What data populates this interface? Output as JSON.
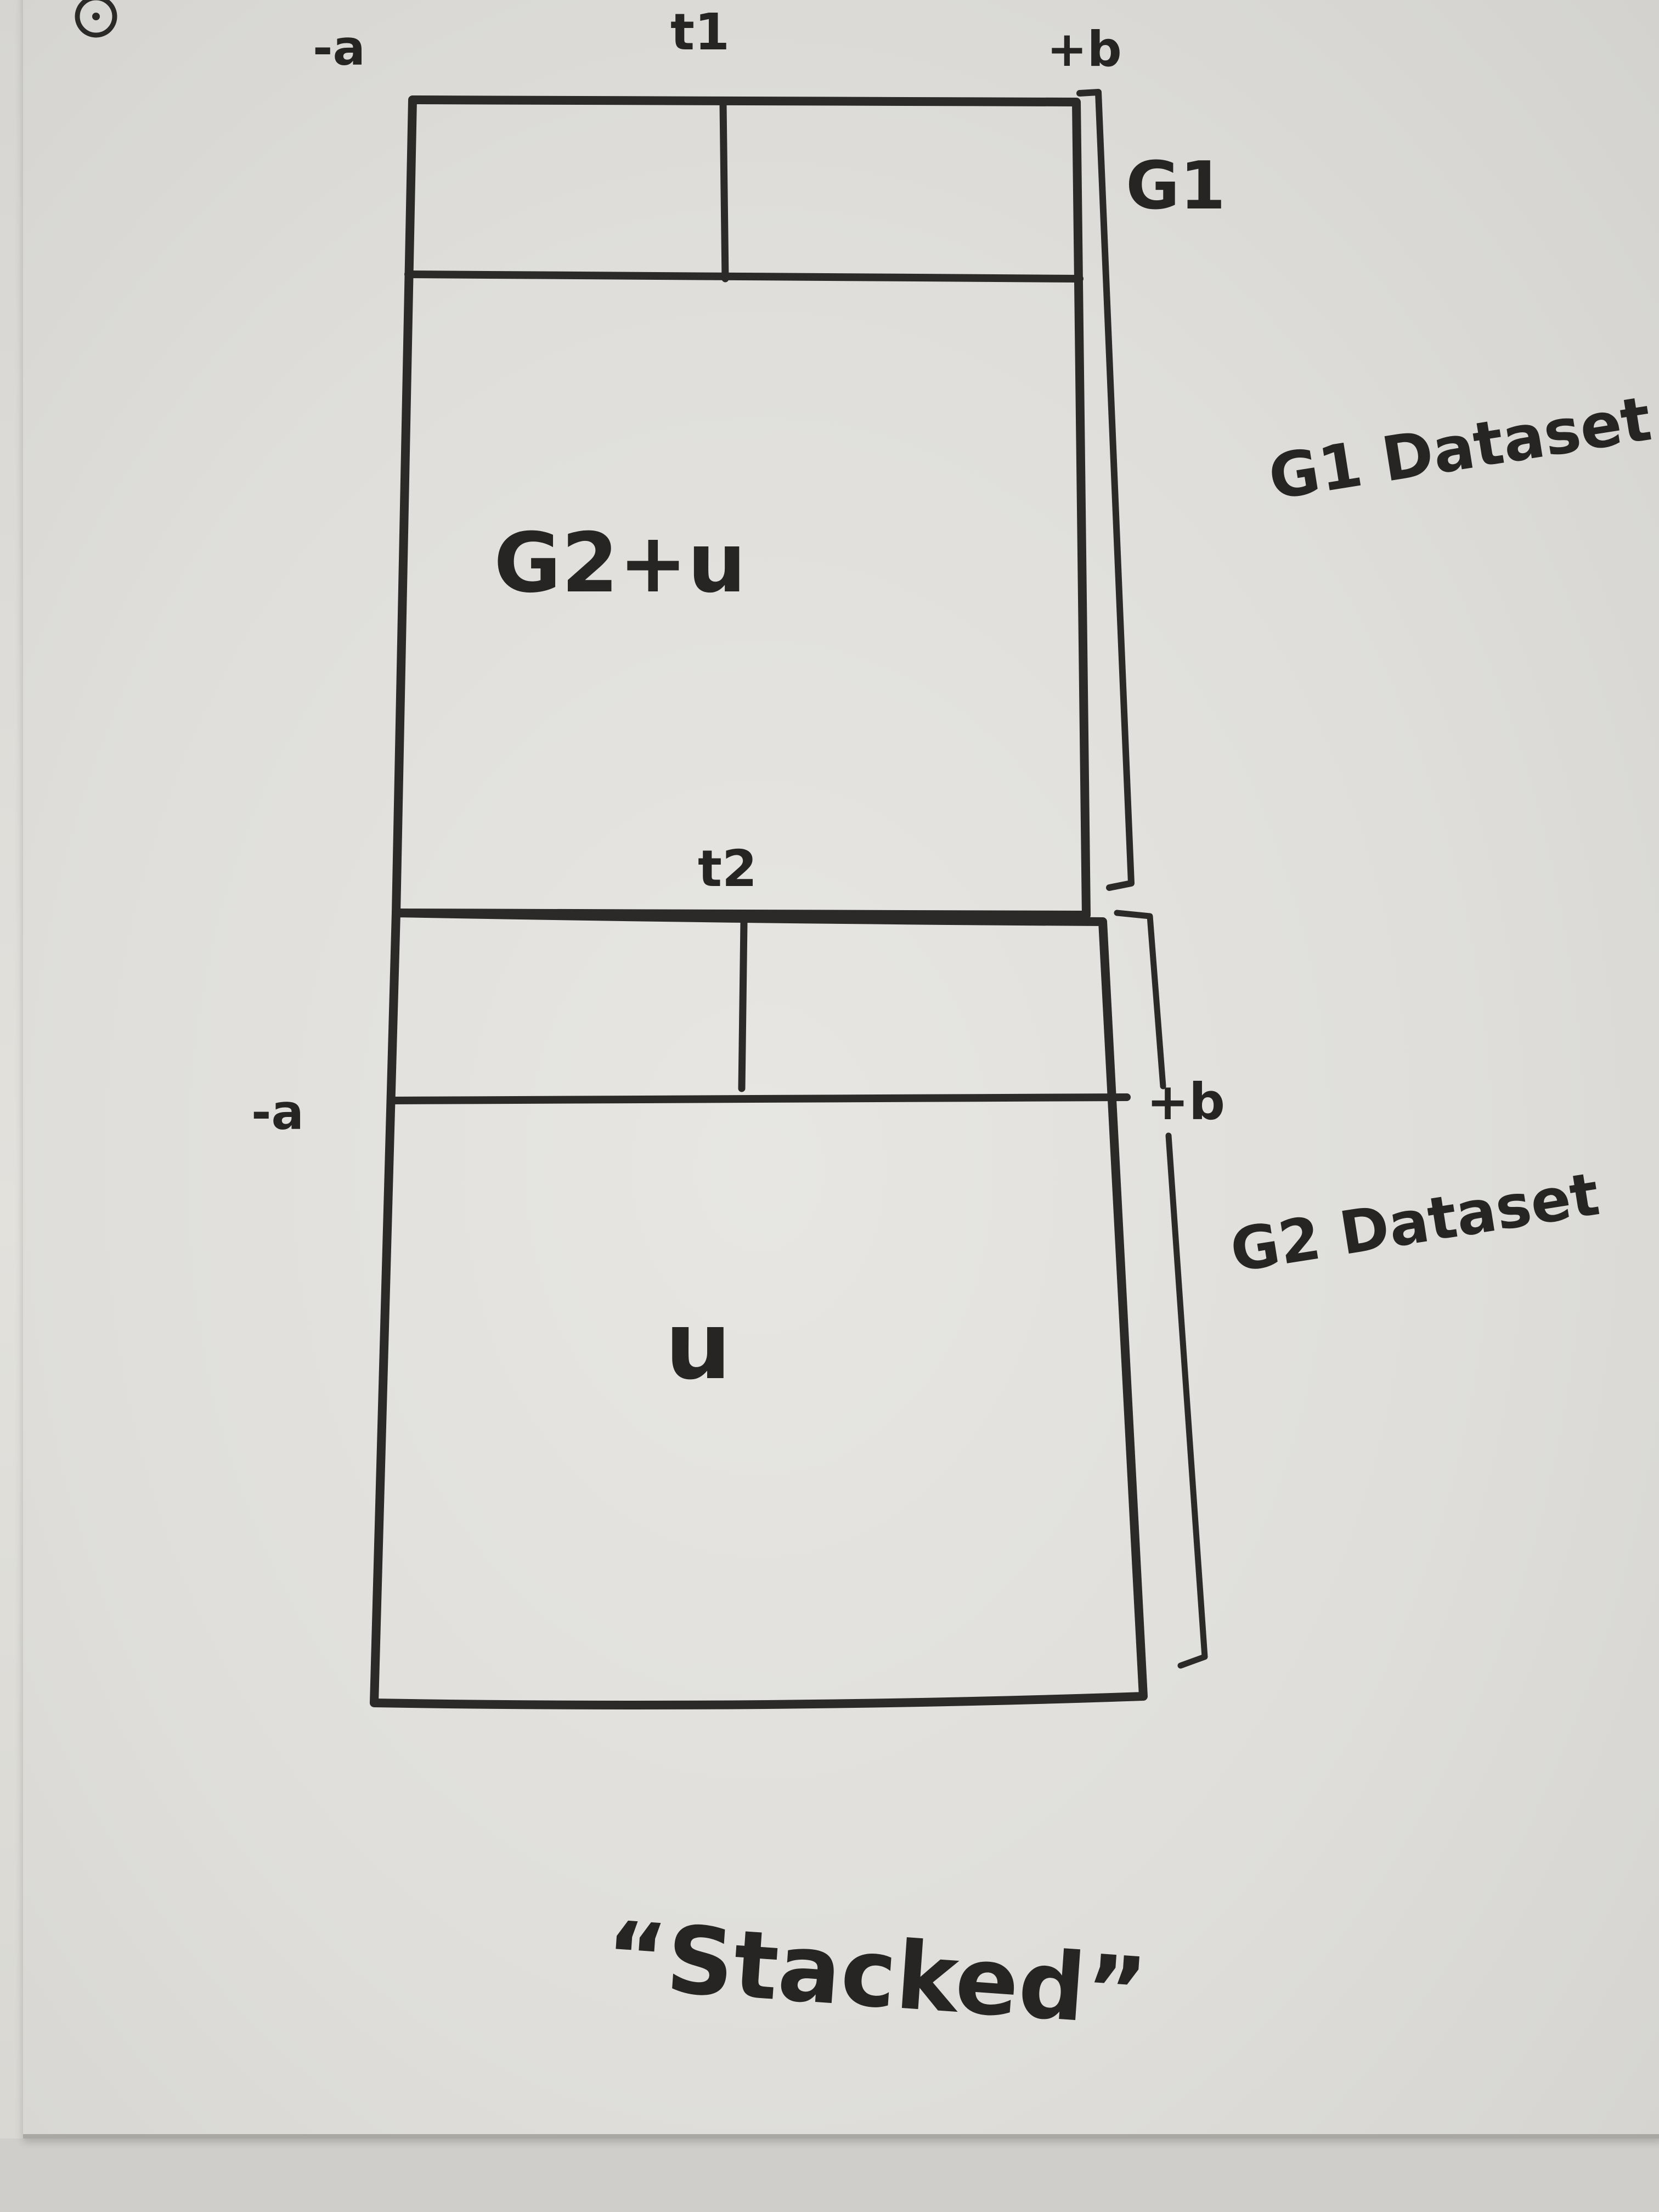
{
  "top_block": {
    "left_bound": "-a",
    "split_label": "t1",
    "right_bound": "+b",
    "side_label": "G1",
    "body_label": "G2+u",
    "dataset_label": "G1 Dataset"
  },
  "bottom_block": {
    "left_bound": "-a",
    "split_label": "t2",
    "right_bound": "+b",
    "body_label": "u",
    "dataset_label": "G2 Dataset"
  },
  "caption": "“Stacked”",
  "colors": {
    "ink": "#2b2a28",
    "paper": "#e2e1dc"
  }
}
